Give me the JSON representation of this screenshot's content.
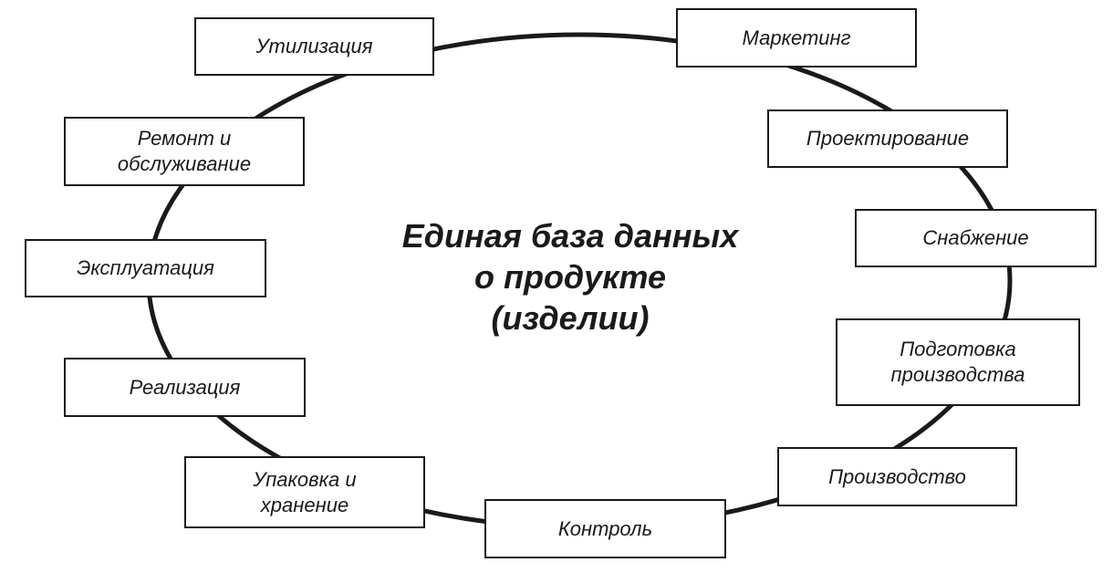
{
  "diagram": {
    "center_title": [
      "Единая база данных",
      "о продукте",
      "(изделии)"
    ],
    "stages": [
      {
        "id": "utilizatsiya",
        "lines": [
          "Утилизация"
        ]
      },
      {
        "id": "marketing",
        "lines": [
          "Маркетинг"
        ]
      },
      {
        "id": "proektirovanie",
        "lines": [
          "Проектирование"
        ]
      },
      {
        "id": "snabzhenie",
        "lines": [
          "Снабжение"
        ]
      },
      {
        "id": "podgotovka",
        "lines": [
          "Подготовка",
          "производства"
        ]
      },
      {
        "id": "proizvodstvo",
        "lines": [
          "Производство"
        ]
      },
      {
        "id": "kontrol",
        "lines": [
          "Контроль"
        ]
      },
      {
        "id": "upakovka",
        "lines": [
          "Упаковка и",
          "хранение"
        ]
      },
      {
        "id": "realizatsiya",
        "lines": [
          "Реализация"
        ]
      },
      {
        "id": "ekspluatatsiya",
        "lines": [
          "Эксплуатация"
        ]
      },
      {
        "id": "remont",
        "lines": [
          "Ремонт и",
          "обслуживание"
        ]
      }
    ],
    "line_color": "#1a1a1a",
    "background": "#ffffff"
  }
}
